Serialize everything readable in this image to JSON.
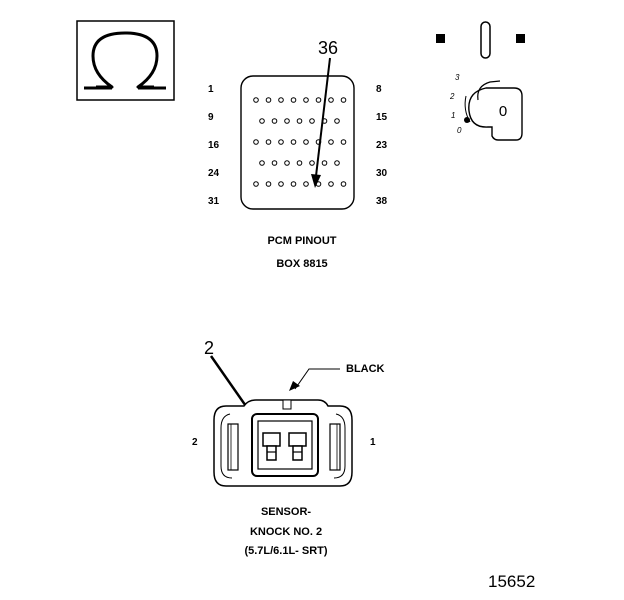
{
  "ohm_symbol": {
    "icon": "ohm-icon"
  },
  "pcm": {
    "callout": "36",
    "pin_labels_left": [
      "1",
      "9",
      "16",
      "24",
      "31"
    ],
    "pin_labels_right": [
      "8",
      "15",
      "23",
      "30",
      "38"
    ],
    "title_line1": "PCM PINOUT",
    "title_line2": "BOX 8815"
  },
  "ignition_switch": {
    "positions": [
      "3",
      "2",
      "1",
      "0"
    ],
    "knob_label": "0",
    "icon": "ignition-switch-icon"
  },
  "connector": {
    "callout": "2",
    "color_label": "BLACK",
    "pin_left": "2",
    "pin_right": "1",
    "title_line1": "SENSOR-",
    "title_line2": "KNOCK NO. 2",
    "title_line3": "(5.7L/6.1L- SRT)"
  },
  "figure_number": "15652"
}
